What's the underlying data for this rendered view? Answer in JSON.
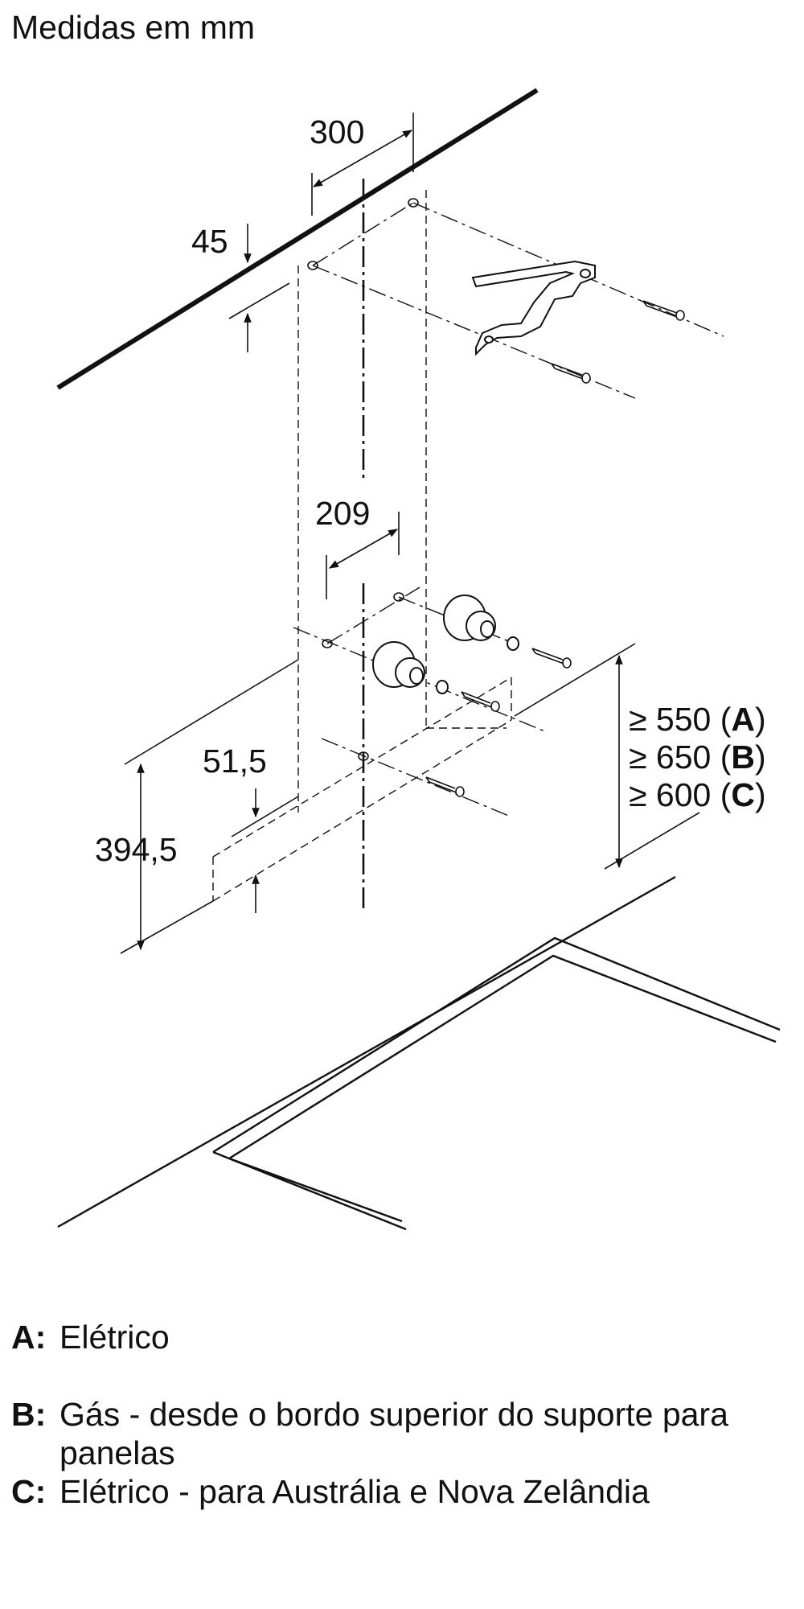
{
  "header": {
    "title": "Medidas em mm"
  },
  "dimensions": {
    "wall_fix_spacing": "300",
    "top_offset": "45",
    "lower_fix_spacing": "209",
    "lower_offset": "51,5",
    "bracket_height": "394,5"
  },
  "clearances": [
    {
      "prefix": "≥ 550 (",
      "key": "A",
      "suffix": ")"
    },
    {
      "prefix": "≥ 650 (",
      "key": "B",
      "suffix": ")"
    },
    {
      "prefix": "≥ 600 (",
      "key": "C",
      "suffix": ")"
    }
  ],
  "legend": [
    {
      "key": "A:",
      "text": "Elétrico"
    },
    {
      "key": "B:",
      "text": "Gás - desde o bordo superior do suporte para panelas"
    },
    {
      "key": "C:",
      "text": "Elétrico - para Austrália e Nova Zelândia"
    }
  ]
}
